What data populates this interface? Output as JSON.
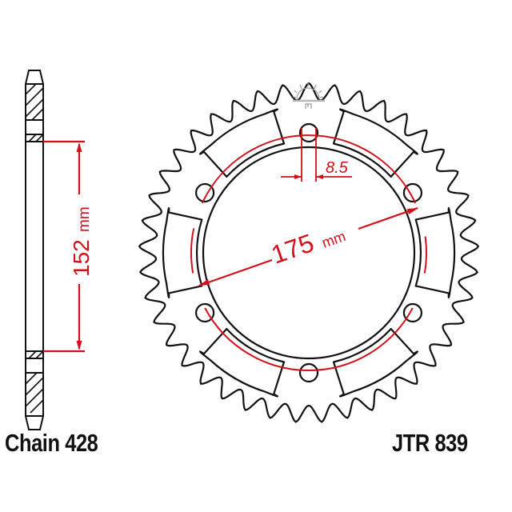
{
  "diagram": {
    "type": "sprocket-technical-drawing",
    "colors": {
      "outline": "#111111",
      "dimension": "#d0101a",
      "logo": "#9a9a9a",
      "background": "#ffffff"
    },
    "sprocket": {
      "teeth": 41,
      "bolt_holes": 6,
      "lightening_slots": 6
    },
    "dimensions": {
      "bolt_circle_value": "175",
      "bolt_circle_unit": "mm",
      "bolt_hole_value": "8.5",
      "side_height_value": "152",
      "side_height_unit": "mm"
    },
    "labels": {
      "chain": "Chain 428",
      "part_number": "JTR 839"
    }
  }
}
